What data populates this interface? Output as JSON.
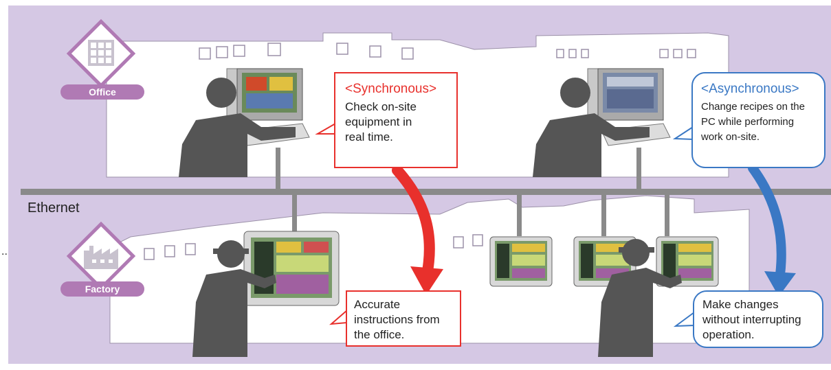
{
  "colors": {
    "background": "#d5c8e4",
    "building": "#ffffff",
    "building_outline": "#9b90a8",
    "ethernet": "#8a8a8a",
    "badge": "#b07ab4",
    "person": "#555555",
    "sync_red": "#e8302c",
    "async_blue": "#3a78c4"
  },
  "network": {
    "label": "Ethernet"
  },
  "office": {
    "badge_label": "Office",
    "icon": "office-building-icon"
  },
  "factory": {
    "badge_label": "Factory",
    "icon": "factory-icon"
  },
  "callouts": {
    "synchronous": {
      "heading": "<Synchronous>",
      "body": "Check on-site\nequipment in\nreal time."
    },
    "asynchronous": {
      "heading": "<Asynchronous>",
      "body": "Change recipes on the\nPC while performing\nwork on-site."
    },
    "factory_sync": {
      "body": "Accurate\ninstructions from\nthe office."
    },
    "factory_async": {
      "body": "Make changes\nwithout interrupting\noperation."
    }
  },
  "stray_mark": ".."
}
